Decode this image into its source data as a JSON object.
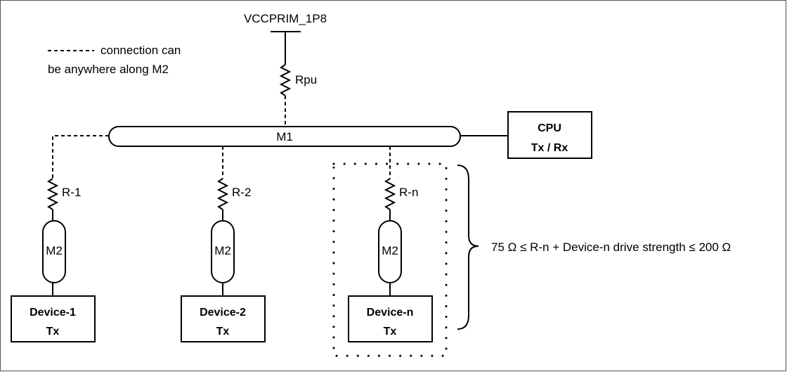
{
  "power_rail": {
    "label": "VCCPRIM_1P8"
  },
  "legend": {
    "line1": "connection can",
    "line2": "be anywhere along M2"
  },
  "pullup": {
    "label": "Rpu"
  },
  "bus": {
    "label": "M1"
  },
  "cpu": {
    "line1": "CPU",
    "line2": "Tx / Rx"
  },
  "devices": [
    {
      "resistor": "R-1",
      "stub": "M2",
      "name": "Device-1",
      "mode": "Tx"
    },
    {
      "resistor": "R-2",
      "stub": "M2",
      "name": "Device-2",
      "mode": "Tx"
    },
    {
      "resistor": "R-n",
      "stub": "M2",
      "name": "Device-n",
      "mode": "Tx"
    }
  ],
  "constraint": {
    "text": "75 Ω ≤ R-n + Device-n drive strength ≤ 200 Ω"
  }
}
